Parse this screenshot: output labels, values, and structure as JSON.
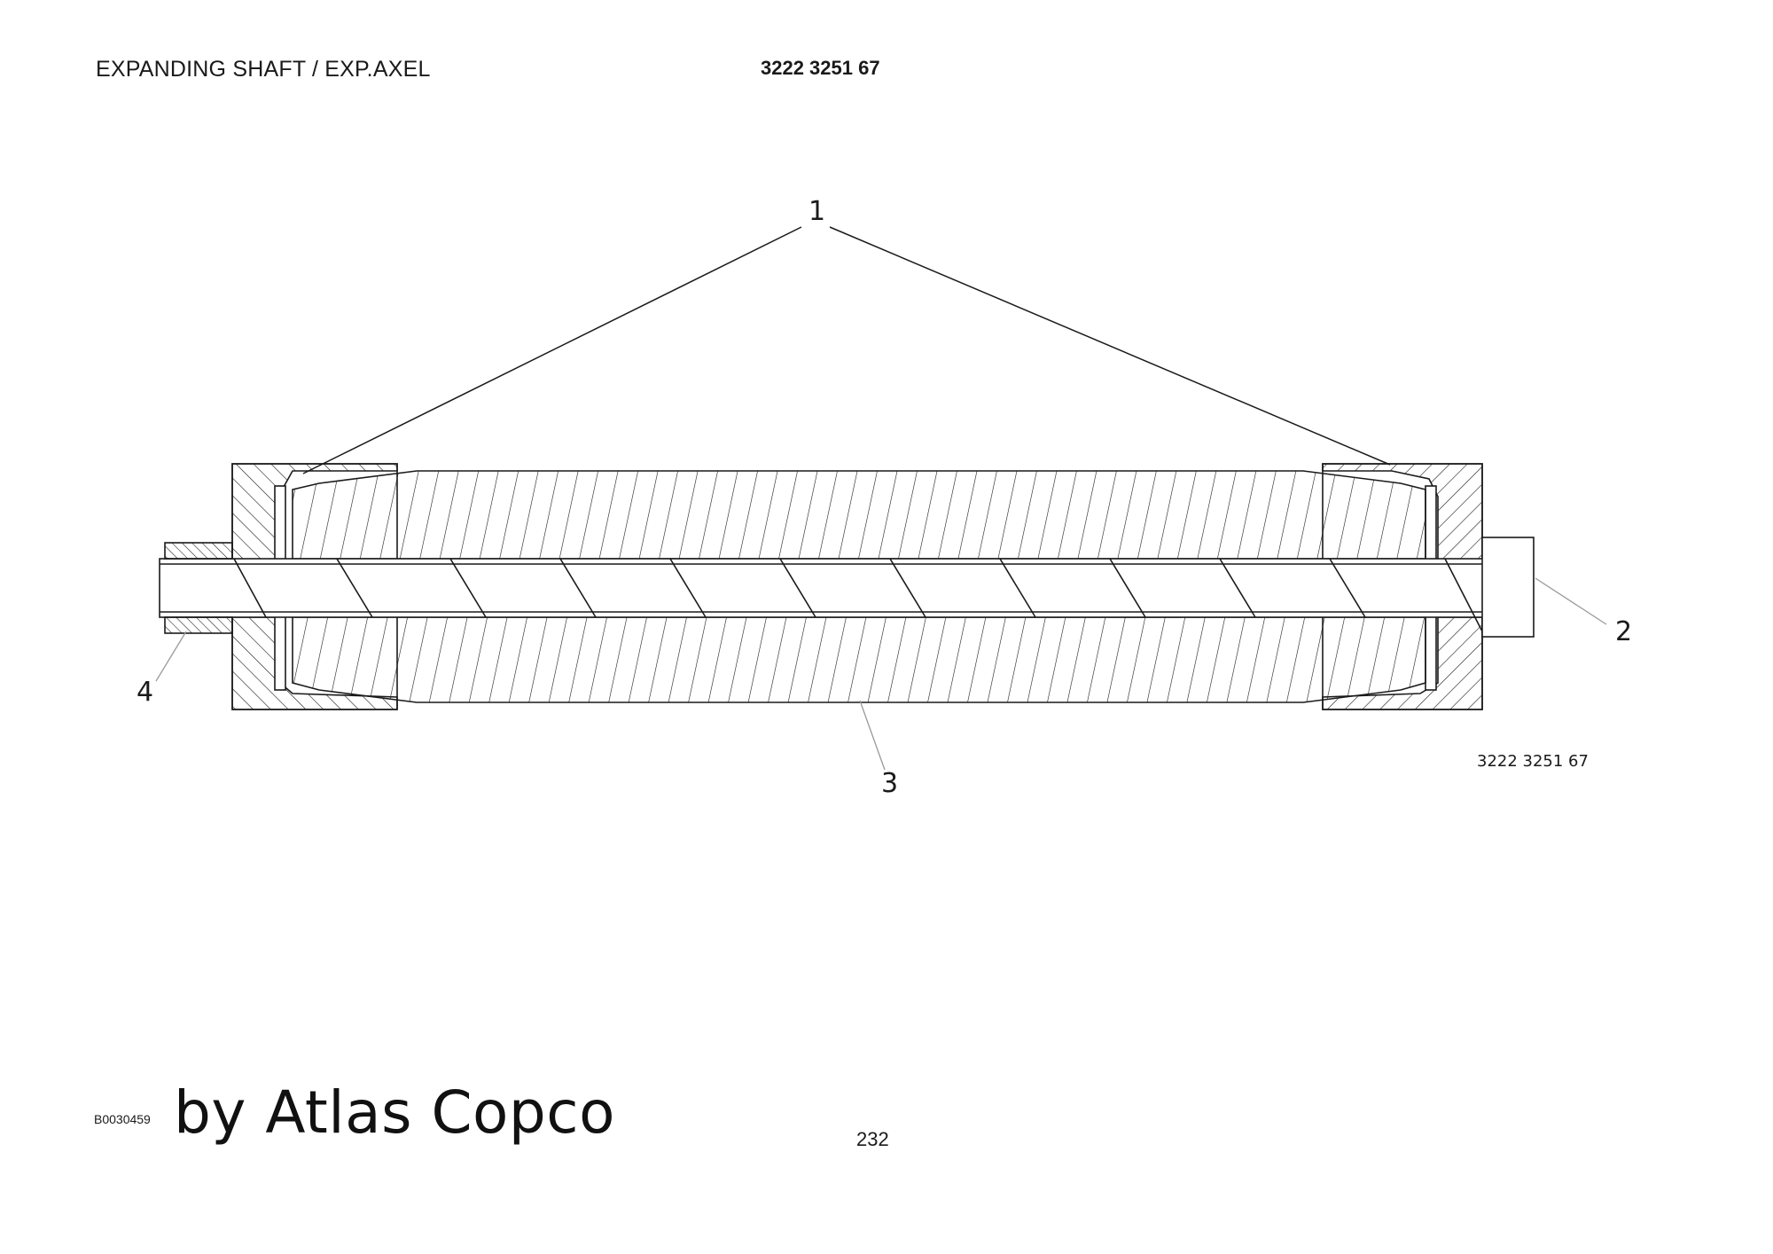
{
  "header": {
    "title": "EXPANDING SHAFT / EXP.AXEL",
    "part_number": "3222 3251 67"
  },
  "drawing": {
    "callouts": [
      "1",
      "2",
      "3",
      "4"
    ],
    "drawing_id": "3222 3251 67",
    "line_color": "#1a1a1a",
    "leader_color": "#9a9a9a"
  },
  "footer": {
    "doc_code": "B0030459",
    "brand": "by Atlas Copco",
    "page_number": "232"
  }
}
